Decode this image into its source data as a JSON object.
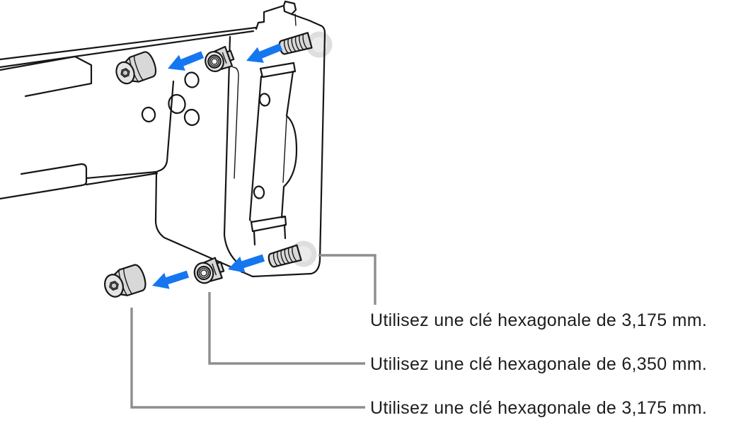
{
  "colors": {
    "background": "#FFFFFF",
    "outline": "#161616",
    "arrow": "#1577F0",
    "leader": "#8E8E8E",
    "metal": "#D8D8D8",
    "metal_light": "#E4E4E4",
    "flange": "#DEDEDE",
    "flange_inner": "#EBEBEB",
    "text": "#1D1D1F"
  },
  "callouts": [
    {
      "text": "Utilisez une clé hexagonale de 3,175 mm."
    },
    {
      "text": "Utilisez une clé hexagonale de 6,350 mm."
    },
    {
      "text": "Utilisez une clé hexagonale de 3,175 mm."
    }
  ]
}
